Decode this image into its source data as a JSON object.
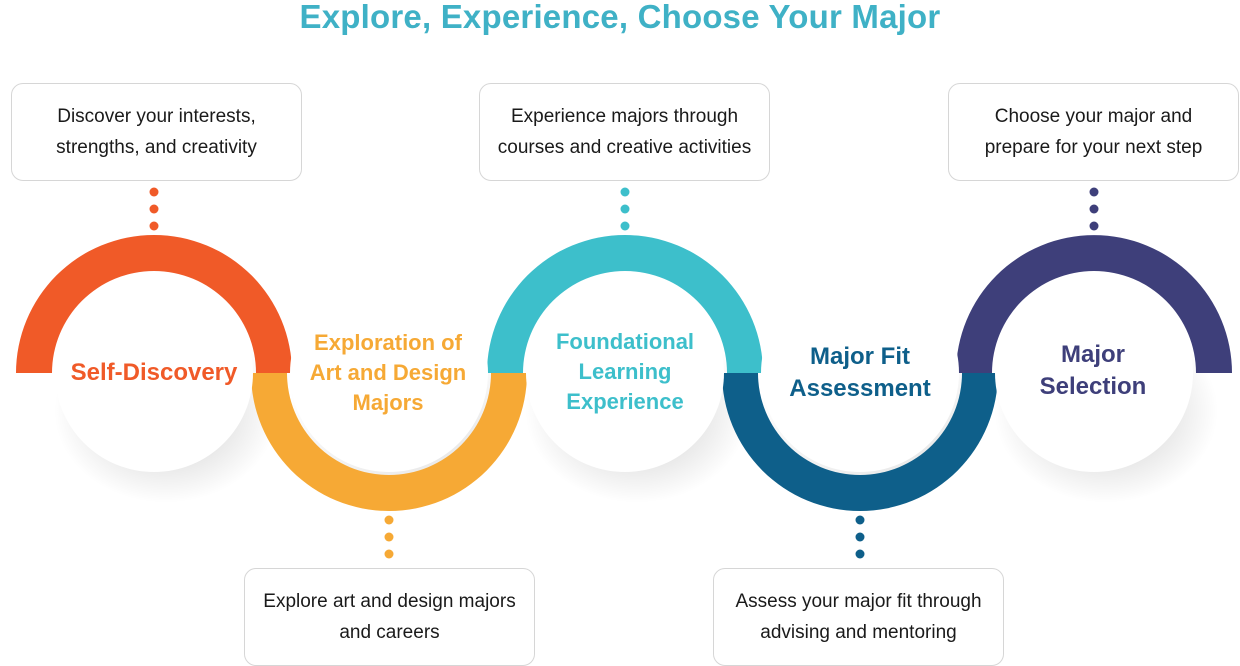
{
  "title": "Explore, Experience, Choose Your Major",
  "steps": [
    {
      "label_lines": [
        "Self-Discovery"
      ],
      "color": "#f05a28",
      "description_lines": [
        "Discover your interests,",
        "strengths, and creativity"
      ]
    },
    {
      "label_lines": [
        "Exploration of",
        "Art and Design",
        "Majors"
      ],
      "color": "#f6a935",
      "description_lines": [
        "Explore art and design majors",
        "and careers"
      ]
    },
    {
      "label_lines": [
        "Foundational",
        "Learning",
        "Experience"
      ],
      "color": "#3dbfcb",
      "description_lines": [
        "Experience majors through",
        "courses and creative activities"
      ]
    },
    {
      "label_lines": [
        "Major Fit",
        "Assessment"
      ],
      "color": "#0e5f8a",
      "description_lines": [
        "Assess your major fit  through",
        "advising and mentoring"
      ]
    },
    {
      "label_lines": [
        "Major",
        "Selection"
      ],
      "color": "#3e3f7a",
      "description_lines": [
        "Choose your major and",
        "prepare for your next step"
      ]
    }
  ]
}
